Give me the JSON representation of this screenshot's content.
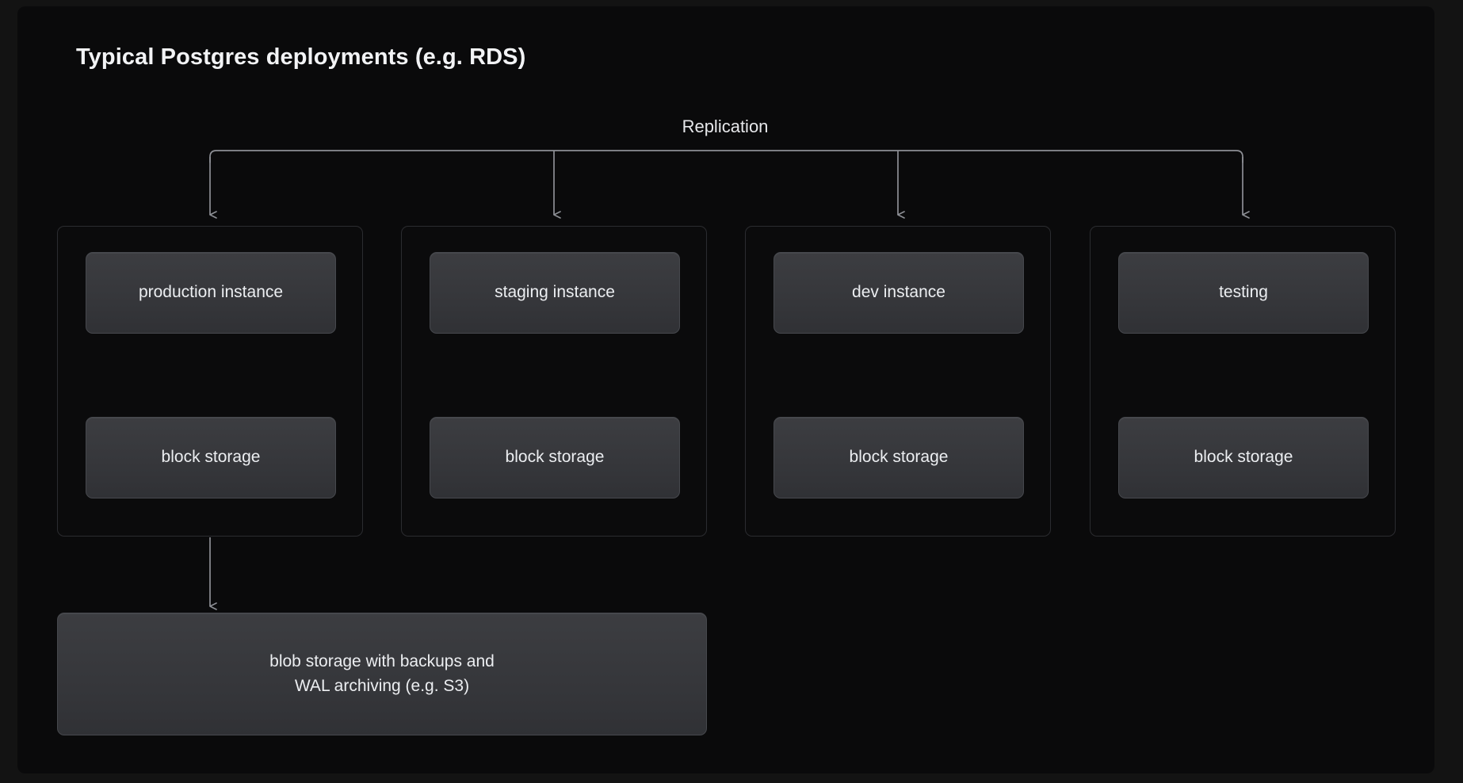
{
  "page": {
    "title": "Typical Postgres deployments (e.g. RDS)",
    "background_color": "#131313",
    "panel_color": "#0a0a0b"
  },
  "diagram": {
    "type": "flow-diagram",
    "replication_label": "Replication",
    "node_fill_color": "#36373b",
    "node_border_color": "#46484d",
    "group_border_color": "#2b2c30",
    "connector_color": "#8d8f95",
    "text_color": "#eceef1",
    "environments": [
      {
        "id": "production",
        "instance_label": "production instance",
        "storage_label": "block storage"
      },
      {
        "id": "staging",
        "instance_label": "staging instance",
        "storage_label": "block storage"
      },
      {
        "id": "dev",
        "instance_label": "dev instance",
        "storage_label": "block storage"
      },
      {
        "id": "testing",
        "instance_label": "testing",
        "storage_label": "block storage"
      }
    ],
    "blob_storage": {
      "id": "blob-storage",
      "label": "blob storage with backups and\nWAL archiving (e.g. S3)"
    }
  }
}
